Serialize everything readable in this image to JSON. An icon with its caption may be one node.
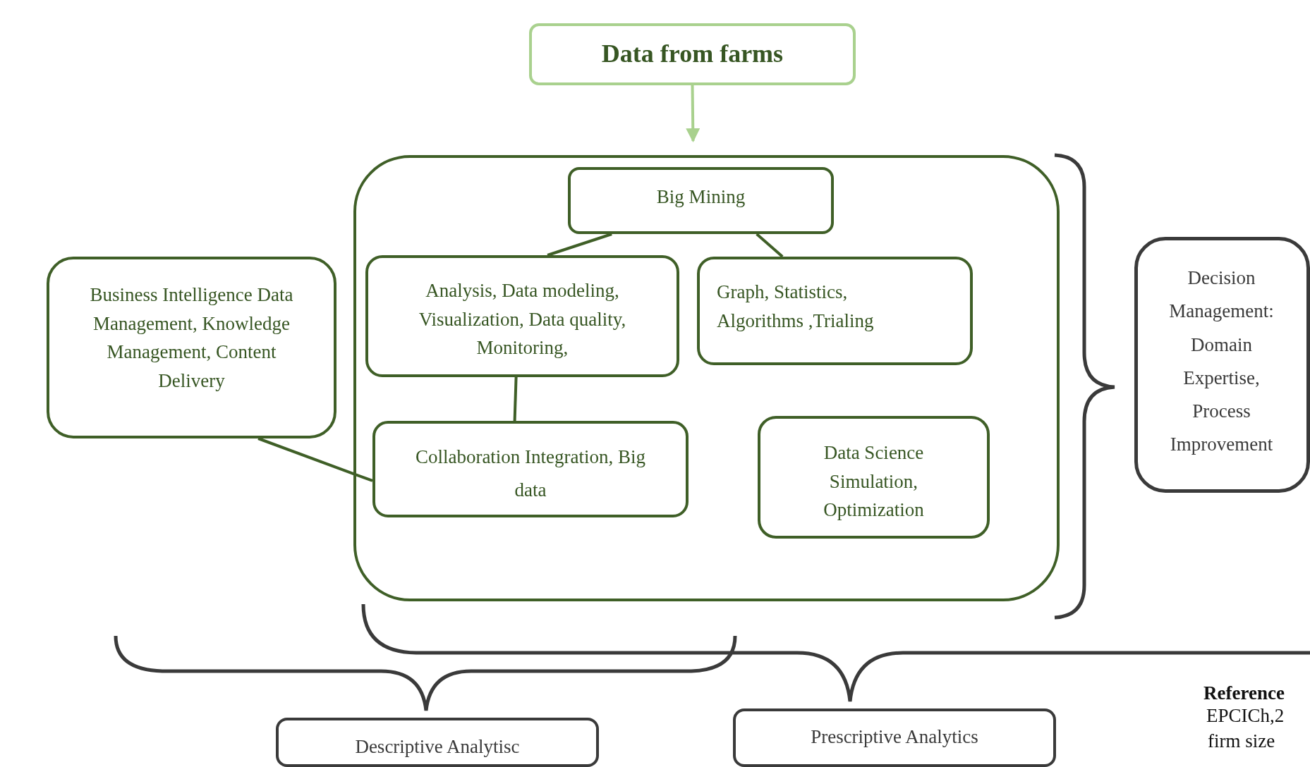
{
  "diagram": {
    "nodes": [
      {
        "text": [
          "Data from farms"
        ]
      },
      {
        "text": [],
        "shape": "box"
      },
      {
        "text": [
          "Big Mining"
        ],
        "in": 1
      },
      {
        "text": [
          "Analysis, Data modeling, Visualization, Data quality, Monitoring,"
        ],
        "in": 1
      },
      {
        "text": [
          "Graph, Statistics, Algorithms ,Trialing"
        ],
        "in": 1
      },
      {
        "text": [
          "Collaboration Integration, Big data"
        ],
        "in": 1
      },
      {
        "text": [
          "Data Science Simulation, Optimization"
        ],
        "in": 1
      },
      {
        "text": [
          "Business Intelligence Data Management, Knowledge Management, Content Delivery"
        ]
      },
      {
        "text": [
          "Decision Management: Domain Expertise, Process Improvement"
        ]
      },
      {
        "text": [
          "Descriptive Analytisc"
        ]
      },
      {
        "text": [
          "Prescriptive Analytics"
        ]
      }
    ],
    "edges": [
      {
        "from": 0,
        "to": 1,
        "arrow": "to",
        "color": "#a9d18e"
      },
      {
        "from": 2,
        "to": 3,
        "arrow": "none"
      },
      {
        "from": 2,
        "to": 4,
        "arrow": "none"
      },
      {
        "from": 3,
        "to": 5,
        "arrow": "none"
      },
      {
        "from": 7,
        "to": 5,
        "arrow": "none"
      }
    ],
    "labels": [
      "Reference",
      "EPCICh,2",
      "firm size"
    ]
  }
}
